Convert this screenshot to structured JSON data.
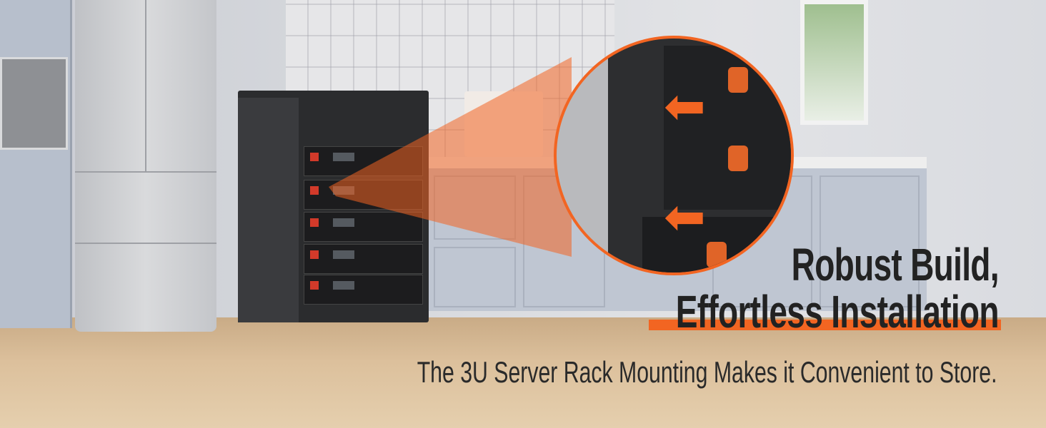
{
  "banner": {
    "headline_line1": "Robust Build,",
    "headline_line2": "Effortless Installation",
    "subtitle": "The 3U Server Rack Mounting Makes it Convenient to Store."
  },
  "colors": {
    "accent": "#f26522",
    "text": "#222222"
  },
  "scene": {
    "product": "battery-rack",
    "rack_modules": 5
  }
}
